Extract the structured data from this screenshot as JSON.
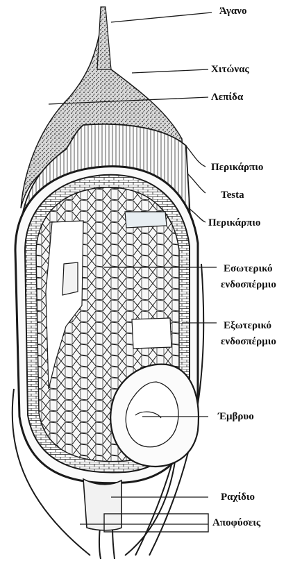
{
  "labels": {
    "awn": "Άγανο",
    "hull": "Χιτώνας",
    "lemma": "Λεπίδα",
    "pericarp_top": "Περικάρπιο",
    "testa": "Testa",
    "pericarp_mid": "Περικάρπιο",
    "inner_endosperm_1": "Εσωτερικό",
    "inner_endosperm_2": "ενδοσπέρμιο",
    "outer_endosperm_1": "Εξωτερικό",
    "outer_endosperm_2": "ενδοσπέρμιο",
    "embryo": "Έμβρυο",
    "rachilla": "Ραχίδιο",
    "appendages": "Αποφύσεις"
  },
  "colors": {
    "ink": "#1a1a1a",
    "paper": "#ffffff",
    "cells": "#f4f4f4"
  }
}
